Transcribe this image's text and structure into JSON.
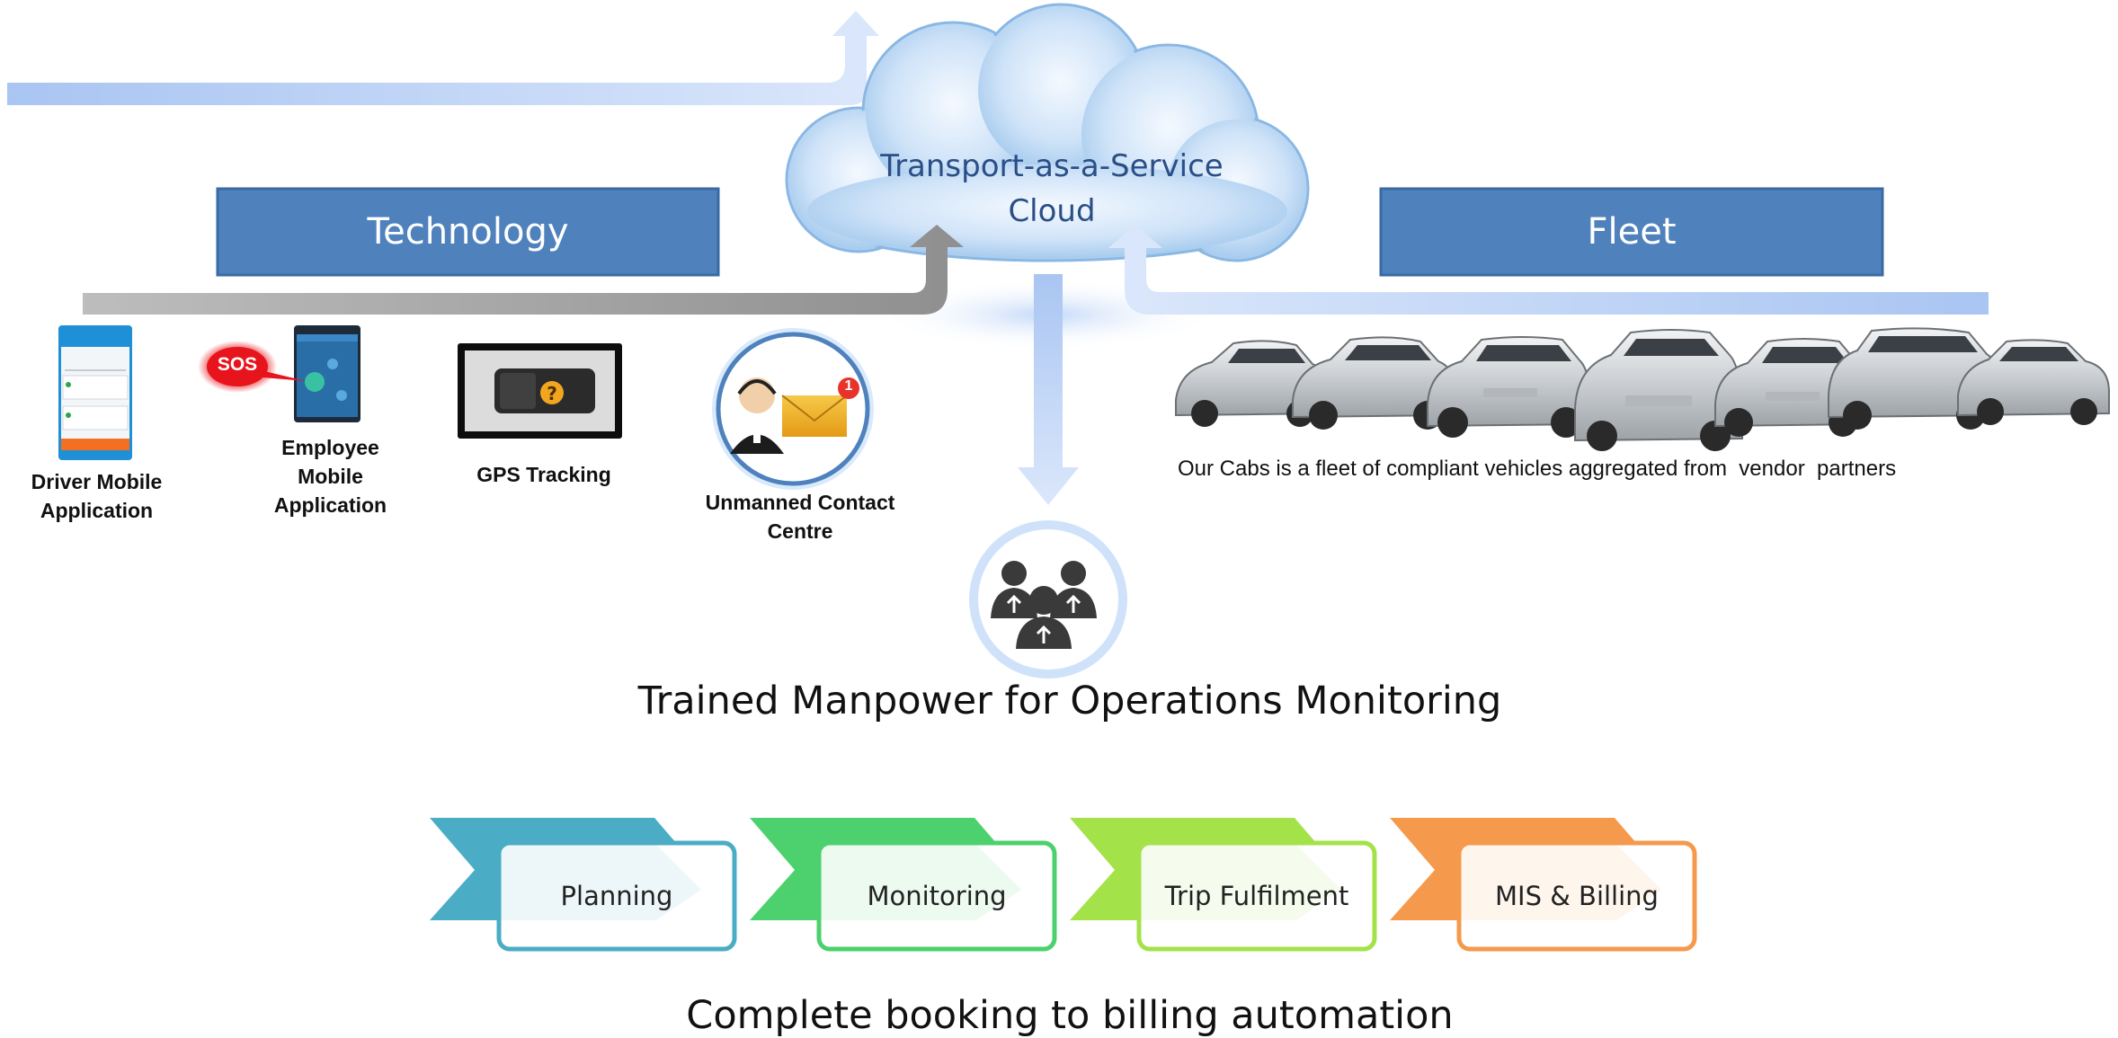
{
  "cloud": {
    "line1": "Transport-as-a-Service",
    "line2": "Cloud"
  },
  "boxes": {
    "technology": "Technology",
    "fleet": "Fleet"
  },
  "tech_items": {
    "driver_app_line1": "Driver Mobile",
    "driver_app_line2": "Application",
    "employee_app_line1": "Employee",
    "employee_app_line2": "Mobile",
    "employee_app_line3": "Application",
    "sos_badge": "SOS",
    "gps": "GPS Tracking",
    "contact_line1": "Unmanned Contact",
    "contact_line2": "Centre",
    "mail_badge": "1"
  },
  "fleet_note": "Our Cabs is a fleet of compliant vehicles aggregated from  vendor  partners",
  "manpower": "Trained Manpower for Operations Monitoring",
  "process": [
    {
      "label": "Planning",
      "color": "#4bacc6"
    },
    {
      "label": "Monitoring",
      "color": "#4cd16e"
    },
    {
      "label": "Trip Fulfilment",
      "color": "#a4e24a"
    },
    {
      "label": "MIS & Billing",
      "color": "#f59a4c"
    }
  ],
  "footer": "Complete booking to billing automation",
  "colors": {
    "box": "#4f81bd",
    "cloud_text": "#2a4e86",
    "sos": "#e8141c"
  }
}
